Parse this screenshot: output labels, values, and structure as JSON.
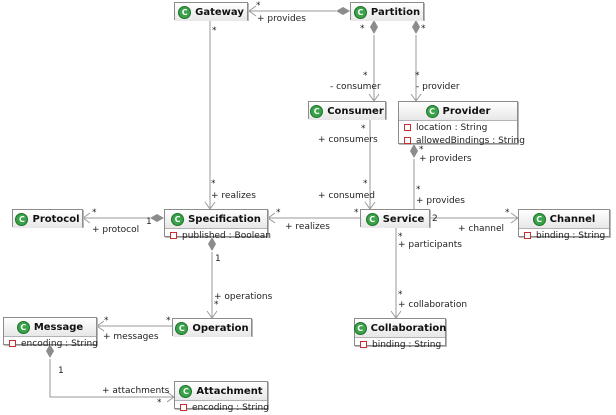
{
  "classes": {
    "gateway": {
      "name": "Gateway",
      "attrs": []
    },
    "partition": {
      "name": "Partition",
      "attrs": []
    },
    "consumer": {
      "name": "Consumer",
      "attrs": []
    },
    "provider": {
      "name": "Provider",
      "attrs": [
        "location : String",
        "allowedBindings : String"
      ]
    },
    "protocol": {
      "name": "Protocol",
      "attrs": []
    },
    "specification": {
      "name": "Specification",
      "attrs": [
        "published : Boolean"
      ]
    },
    "service": {
      "name": "Service",
      "attrs": []
    },
    "channel": {
      "name": "Channel",
      "attrs": [
        "binding : String"
      ]
    },
    "message": {
      "name": "Message",
      "attrs": [
        "encoding : String"
      ]
    },
    "operation": {
      "name": "Operation",
      "attrs": []
    },
    "collaboration": {
      "name": "Collaboration",
      "attrs": [
        "binding : String"
      ]
    },
    "attachment": {
      "name": "Attachment",
      "attrs": [
        "encoding : String"
      ]
    }
  },
  "labels": {
    "gw_provides_mult": "*",
    "gw_provides_role": "+ provides",
    "gw_realizes_mult_top": "*",
    "gw_realizes_mult": "*",
    "gw_realizes_role": "+ realizes",
    "part_consumer_mult_top": "*",
    "part_consumer_mult": "*",
    "part_consumer_role": "- consumer",
    "part_provider_mult_top": "*",
    "part_provider_mult": "*",
    "part_provider_role": "- provider",
    "cons_consumers_mult": "*",
    "cons_consumers_role": "+ consumers",
    "svc_consumed_mult": "*",
    "svc_consumed_role": "+ consumed",
    "prov_providers_mult": "*",
    "prov_providers_role": "+ providers",
    "svc_provides_mult": "*",
    "svc_provides_role": "+ provides",
    "proto_mult": "*",
    "proto_role": "+ protocol",
    "proto_one": "1",
    "spec_realizes_mult": "*",
    "spec_realizes_role": "+ realizes",
    "svc_realizes_mult": "*",
    "chan_two": "2",
    "chan_mult": "*",
    "chan_role": "+ channel",
    "spec_one": "1",
    "ops_role": "+ operations",
    "ops_mult": "*",
    "msg_mult": "*",
    "msg_role": "+ messages",
    "op_msg_mult": "*",
    "svc_participants_mult": "*",
    "svc_participants_role": "+ participants",
    "collab_mult": "*",
    "collab_role": "+ collaboration",
    "msg_one": "1",
    "att_role": "+ attachments",
    "att_mult": "*"
  }
}
